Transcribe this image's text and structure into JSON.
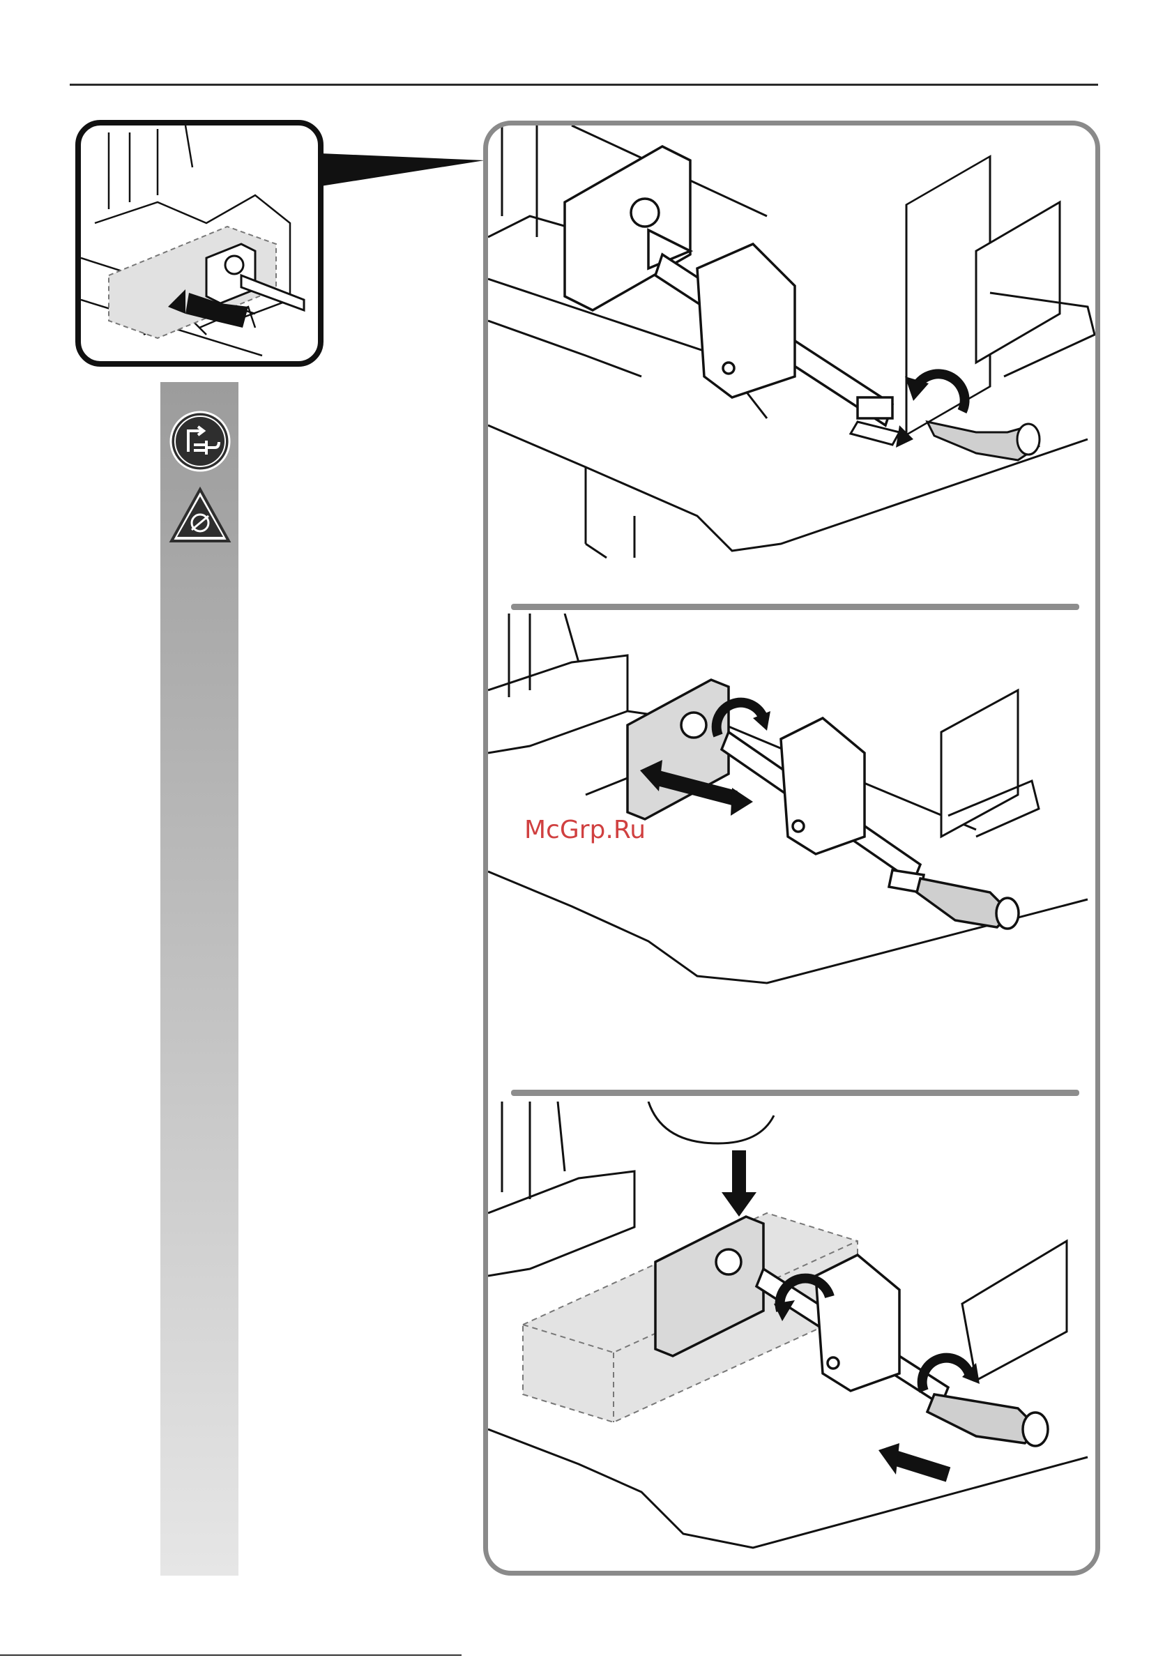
{
  "watermark": {
    "text": "McGrp.Ru"
  },
  "sidebar": {
    "icons": [
      {
        "icon": "unplug-power-icon"
      },
      {
        "icon": "wear-gloves-warning-icon"
      }
    ]
  },
  "figures": [
    {
      "name": "inset-detail",
      "icon": "workpiece-push-arrow-icon"
    },
    {
      "name": "step-1-loosen-clamp",
      "icon": "rotate-handle-arrow-icon"
    },
    {
      "name": "step-2-slide-vise-jaw",
      "icon": "slide-jaw-arrow-icon"
    },
    {
      "name": "step-3-clamp-workpiece",
      "icon": "tighten-clamp-arrow-icon"
    }
  ],
  "colors": {
    "frame": "#8a8a8a",
    "inset_border": "#111111",
    "strip": "#b0b0b0",
    "workpiece": "#e3e3e3",
    "watermark": "#c81e1e"
  }
}
